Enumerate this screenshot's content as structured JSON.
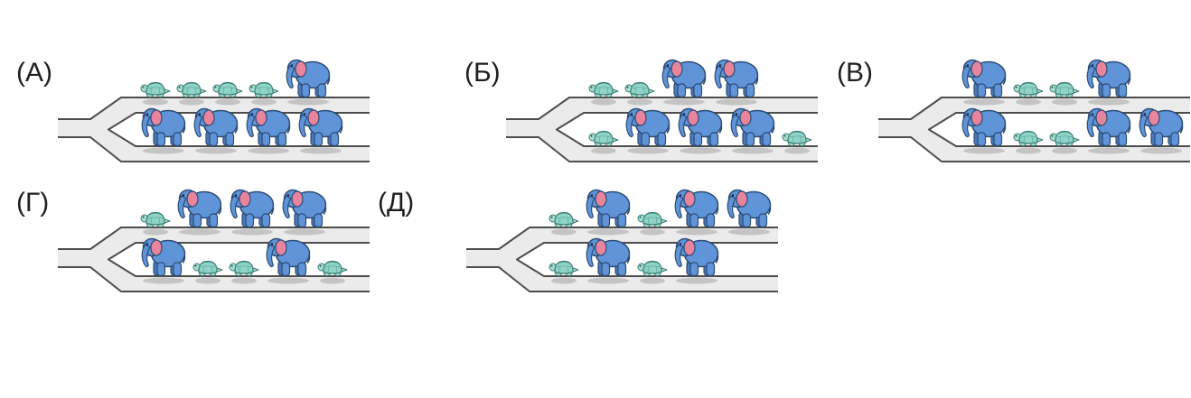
{
  "puzzle": {
    "options": [
      {
        "id": "a",
        "label": "(А)",
        "top_branch": [
          "turtle",
          "turtle",
          "turtle",
          "turtle",
          "elephant"
        ],
        "bottom_branch": [
          "elephant",
          "elephant",
          "elephant",
          "elephant"
        ]
      },
      {
        "id": "b",
        "label": "(Б)",
        "top_branch": [
          "turtle",
          "turtle",
          "elephant",
          "elephant"
        ],
        "bottom_branch": [
          "turtle",
          "elephant",
          "elephant",
          "elephant",
          "turtle"
        ]
      },
      {
        "id": "v",
        "label": "(В)",
        "top_branch": [
          "elephant",
          "turtle",
          "turtle",
          "elephant"
        ],
        "bottom_branch": [
          "elephant",
          "turtle",
          "turtle",
          "elephant",
          "elephant"
        ]
      },
      {
        "id": "g",
        "label": "(Г)",
        "top_branch": [
          "turtle",
          "elephant",
          "elephant",
          "elephant"
        ],
        "bottom_branch": [
          "elephant",
          "turtle",
          "turtle",
          "elephant",
          "turtle"
        ]
      },
      {
        "id": "d",
        "label": "(Д)",
        "top_branch": [
          "turtle",
          "elephant",
          "turtle",
          "elephant",
          "elephant"
        ],
        "bottom_branch": [
          "turtle",
          "elephant",
          "turtle",
          "elephant"
        ]
      }
    ],
    "colors": {
      "road_fill": "#ebebeb",
      "road_outline": "#4d4d4d",
      "elephant_body": "#6094d8",
      "elephant_shade": "#4a7ab8",
      "elephant_outline": "#2c4d77",
      "elephant_ear": "#e8849b",
      "turtle_shell": "#8fd4c8",
      "turtle_limb": "#a6ded3",
      "turtle_outline": "#3e7d74",
      "shadow": "#9e9e9e"
    }
  }
}
